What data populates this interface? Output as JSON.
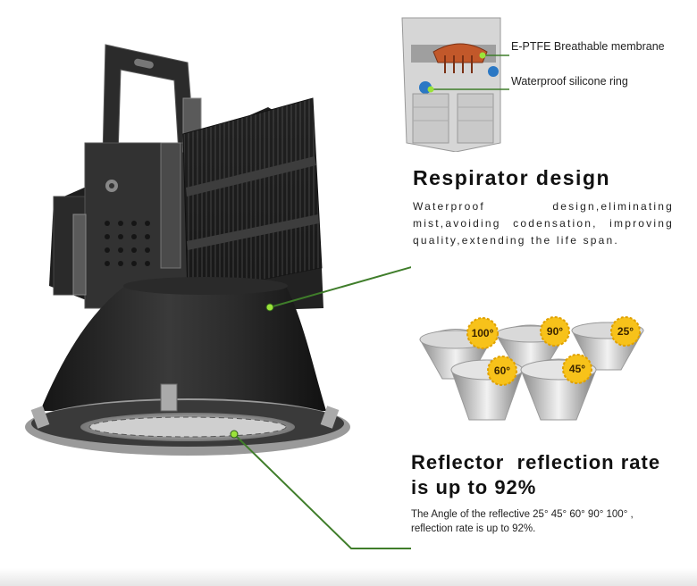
{
  "callouts": {
    "membrane_label": "E-PTFE Breathable membrane",
    "ring_label": "Waterproof silicone ring"
  },
  "respirator": {
    "title": "Respirator design",
    "body": "Waterproof design,eliminating mist,avoiding codensation, improving quality,extending the life span."
  },
  "reflector": {
    "title": "Reflector  reflection rate is up to 92%",
    "body": "The Angle of the reflective 25° 45° 60° 90° 100° , reflection rate is up to 92%."
  },
  "reflector_badges": [
    "100°",
    "90°",
    "25°",
    "60°",
    "45°"
  ],
  "colors": {
    "leader_line": "#3f7d2a",
    "badge_fill": "#f7c21a",
    "lamp_body": "#2c2c2c"
  }
}
